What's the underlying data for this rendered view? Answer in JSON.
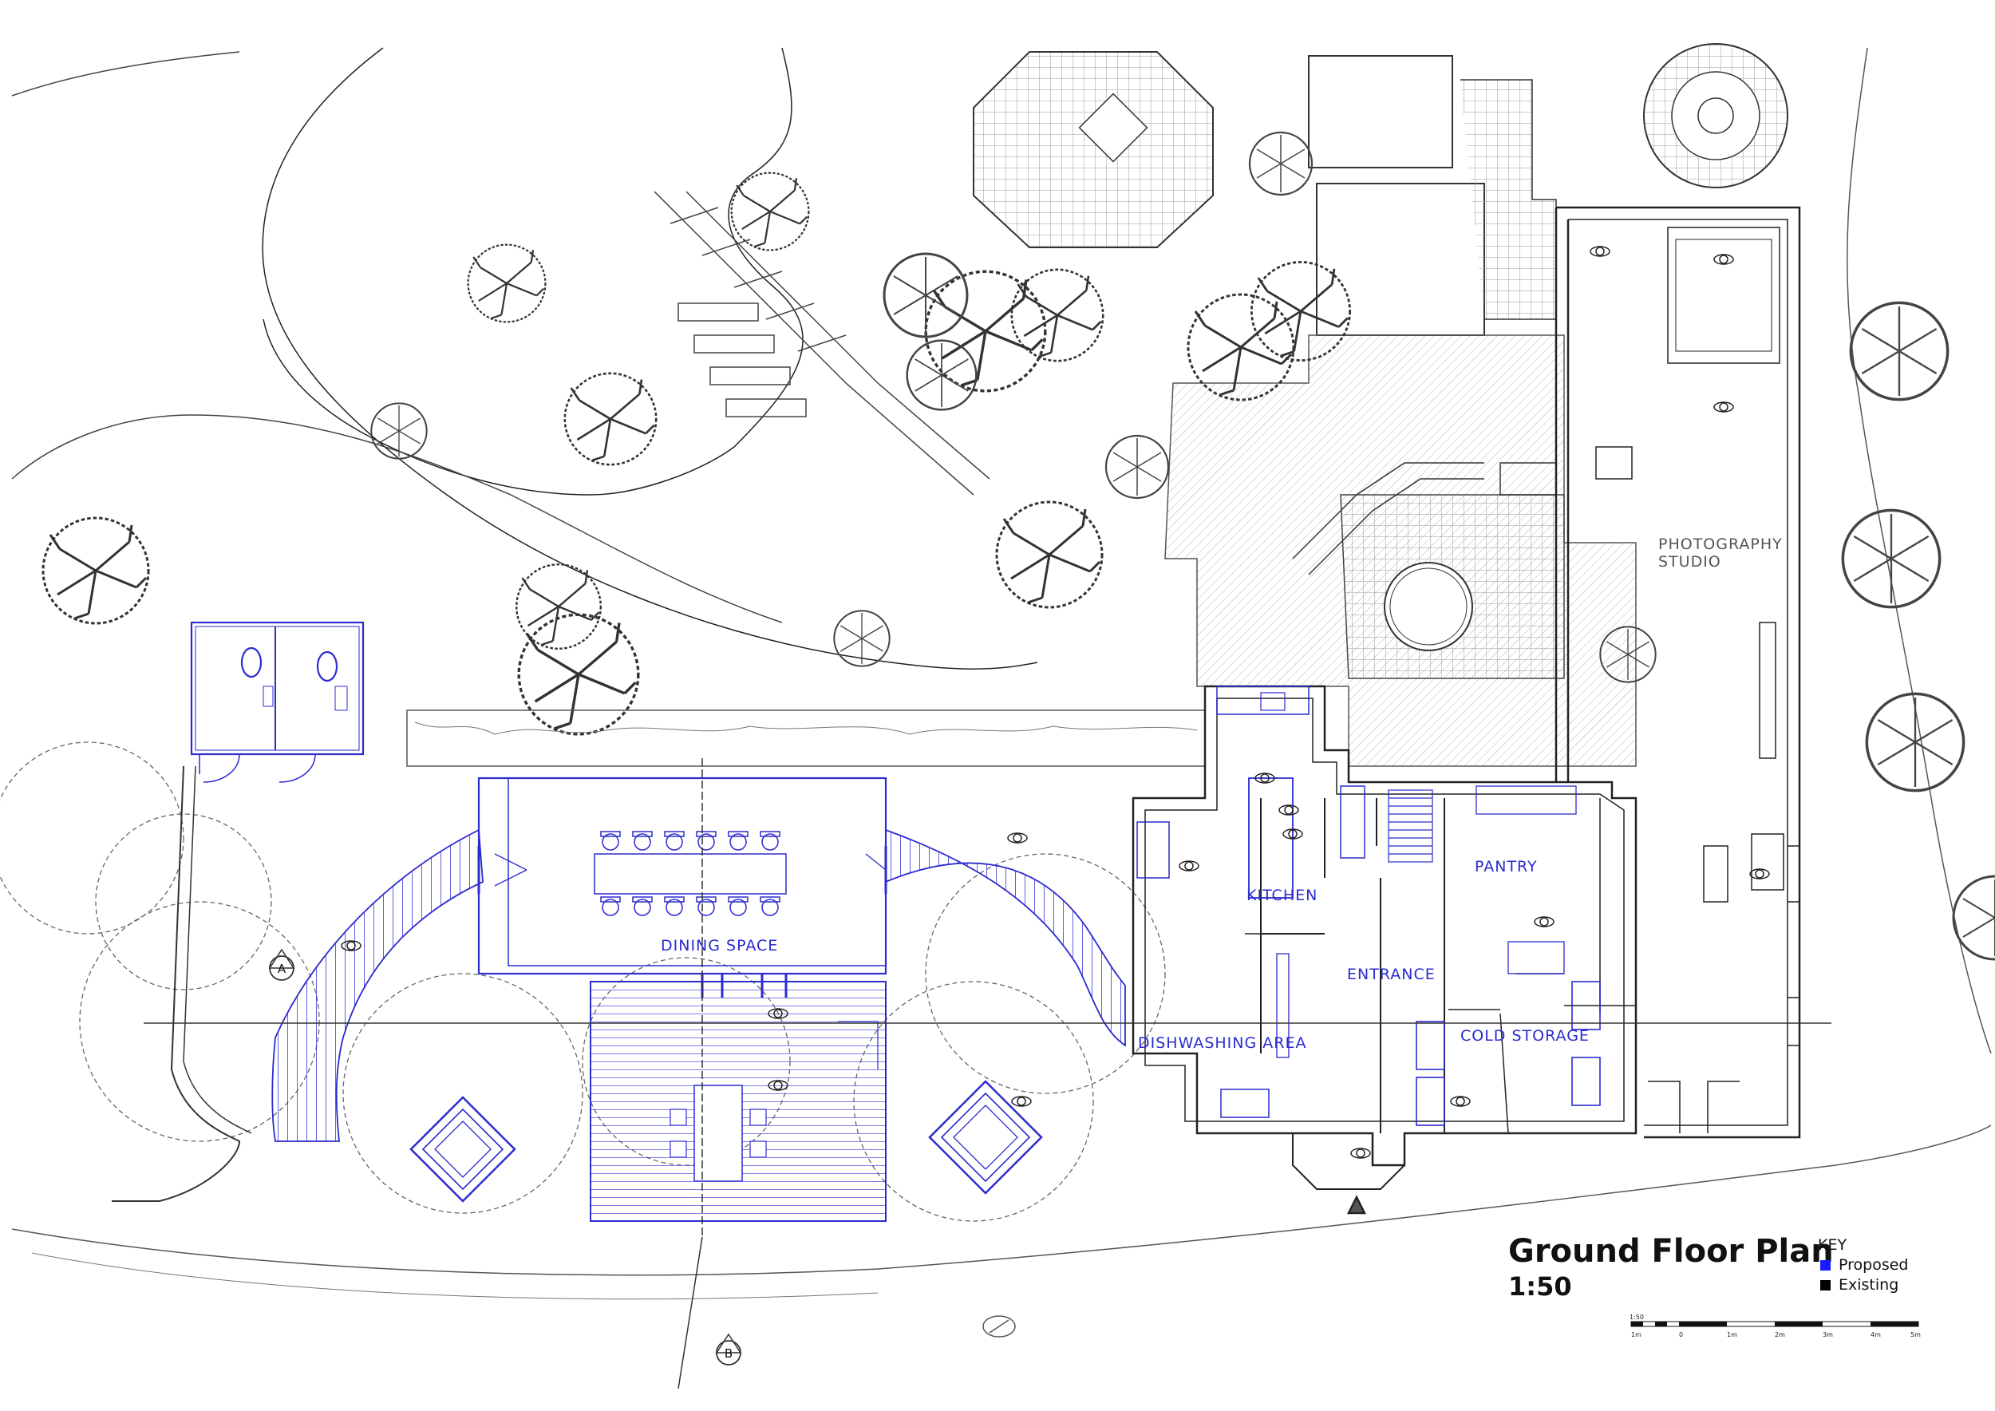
{
  "title": "Ground Floor Plan",
  "scale": "1:50",
  "key": {
    "heading": "KEY",
    "items": [
      {
        "label": "Proposed",
        "color": "#1a1aff"
      },
      {
        "label": "Existing",
        "color": "#000000"
      }
    ]
  },
  "rooms": {
    "photography_studio_line1": "PHOTOGRAPHY",
    "photography_studio_line2": "STUDIO",
    "kitchen": "KITCHEN",
    "pantry": "PANTRY",
    "dining_space": "DINING SPACE",
    "entrance": "ENTRANCE",
    "dishwashing_area": "DISHWASHING AREA",
    "cold_storage": "COLD STORAGE"
  },
  "section_markers": {
    "a": "A",
    "b": "B"
  },
  "scalebar": {
    "ratio": "1:50",
    "ticks": [
      "1m",
      "0",
      "1m",
      "2m",
      "3m",
      "4m",
      "5m"
    ]
  },
  "colors": {
    "proposed": "#2b2bd0",
    "existing": "#222222",
    "landscape": "#777777"
  }
}
